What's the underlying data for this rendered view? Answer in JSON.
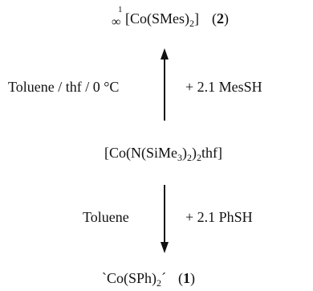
{
  "product_top": {
    "superscript": "1",
    "infinity": "∞",
    "formula_open": "[Co(SMes)",
    "formula_sub": "2",
    "formula_close": "]",
    "label_open": "(",
    "label_num": "2",
    "label_close": ")"
  },
  "step_up": {
    "conditions": "Toluene / thf / 0 °C",
    "reagent": "+ 2.1 MesSH"
  },
  "start_material": {
    "p1": "[Co(N(SiMe",
    "s1": "3",
    "p2": ")",
    "s2": "2",
    "p3": ")",
    "s3": "2",
    "p4": "thf]"
  },
  "step_down": {
    "conditions": "Toluene",
    "reagent": "+ 2.1 PhSH"
  },
  "product_bottom": {
    "formula_open": "`Co(SPh)",
    "formula_sub": "2",
    "formula_close": "´",
    "label_open": "(",
    "label_num": "1",
    "label_close": ")"
  }
}
